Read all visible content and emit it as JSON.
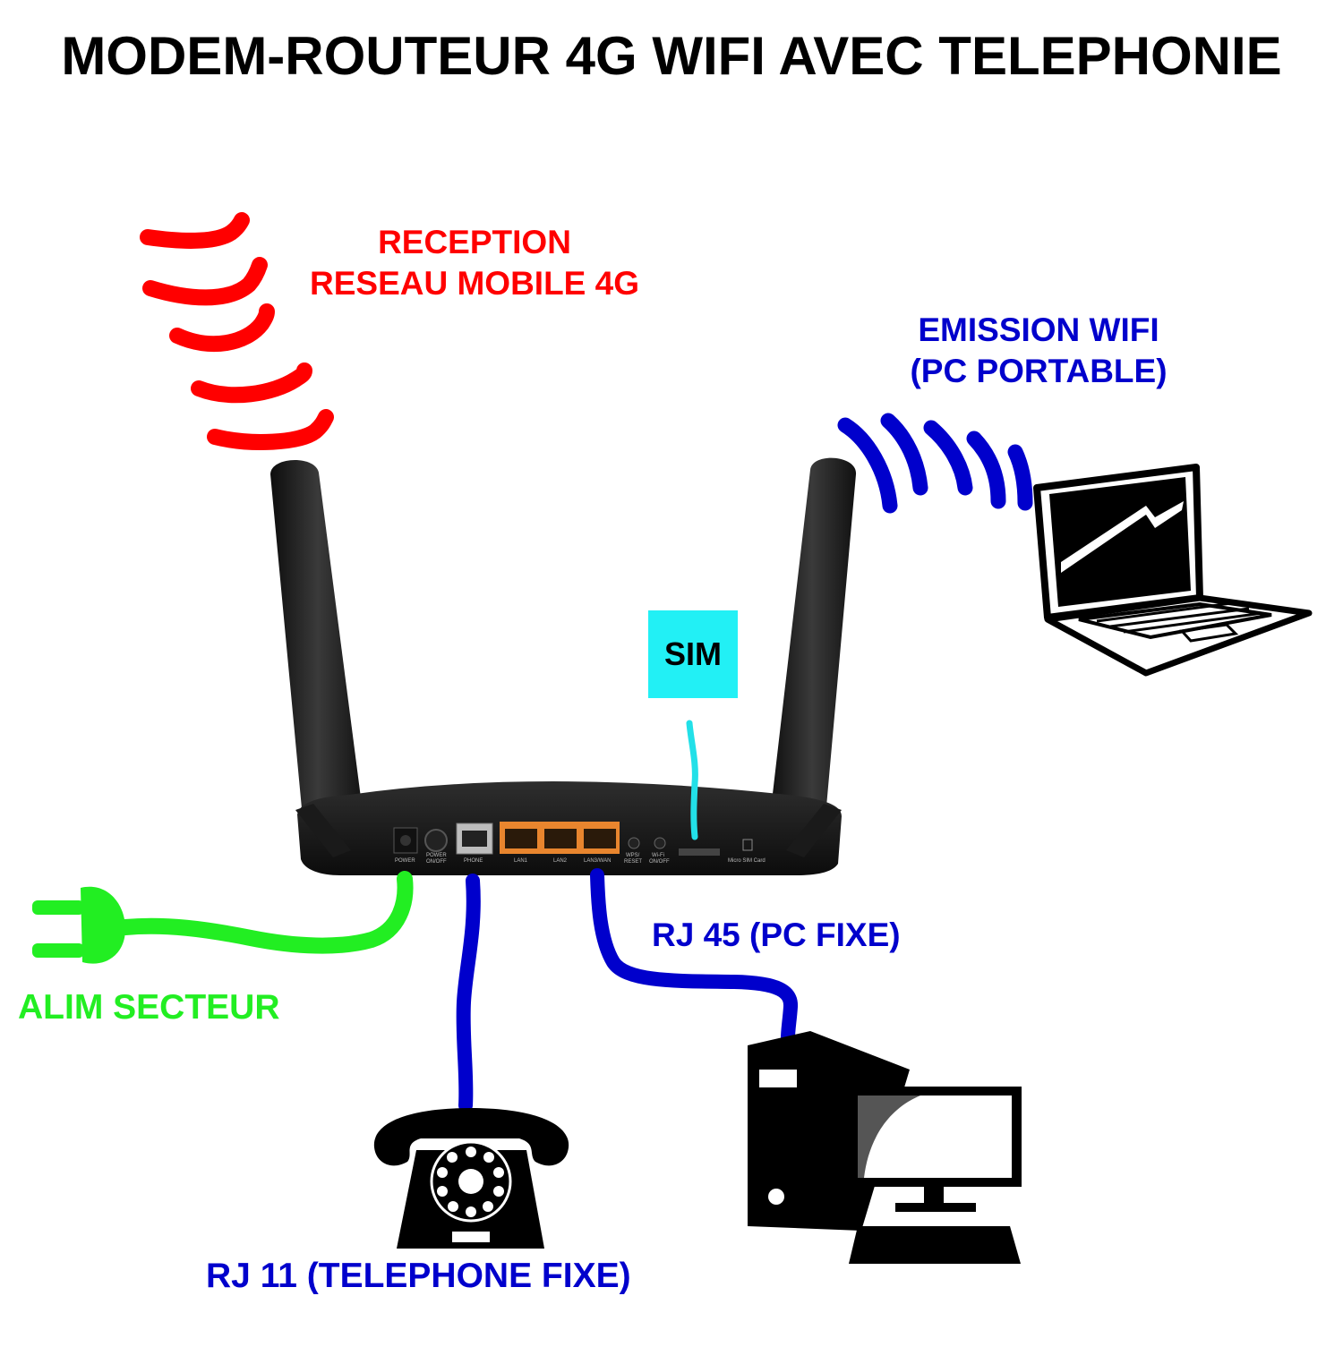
{
  "title": "MODEM-ROUTEUR 4G WIFI AVEC TELEPHONIE",
  "labels": {
    "reception_line1": "RECEPTION",
    "reception_line2": "RESEAU MOBILE 4G",
    "wifi_line1": "EMISSION WIFI",
    "wifi_line2": "(PC PORTABLE)",
    "sim": "SIM",
    "power_supply": "ALIM SECTEUR",
    "rj45": "RJ 45 (PC FIXE)",
    "rj11": "RJ 11 (TELEPHONE FIXE)"
  },
  "router_ports": {
    "power": "POWER",
    "power_onoff": "POWER\nON/OFF",
    "phone": "PHONE",
    "lan1": "LAN1",
    "lan2": "LAN2",
    "lan3": "LAN3/WAN",
    "wps": "WPS/\nRESET",
    "wifi_onoff": "Wi-Fi\nON/OFF",
    "microsim": "Micro SIM Card"
  },
  "colors": {
    "title": "#000000",
    "reception": "#ff0000",
    "wifi": "#0000cc",
    "sim_box": "#22f0f5",
    "sim_wire": "#22e0e8",
    "power_wire": "#22ee22",
    "cable": "#0000cc",
    "lan_port": "#e8852e"
  },
  "icons": [
    "4g-signal-waves-icon",
    "wifi-waves-icon",
    "router-icon",
    "laptop-icon",
    "desktop-pc-icon",
    "rotary-phone-icon",
    "power-plug-icon"
  ]
}
